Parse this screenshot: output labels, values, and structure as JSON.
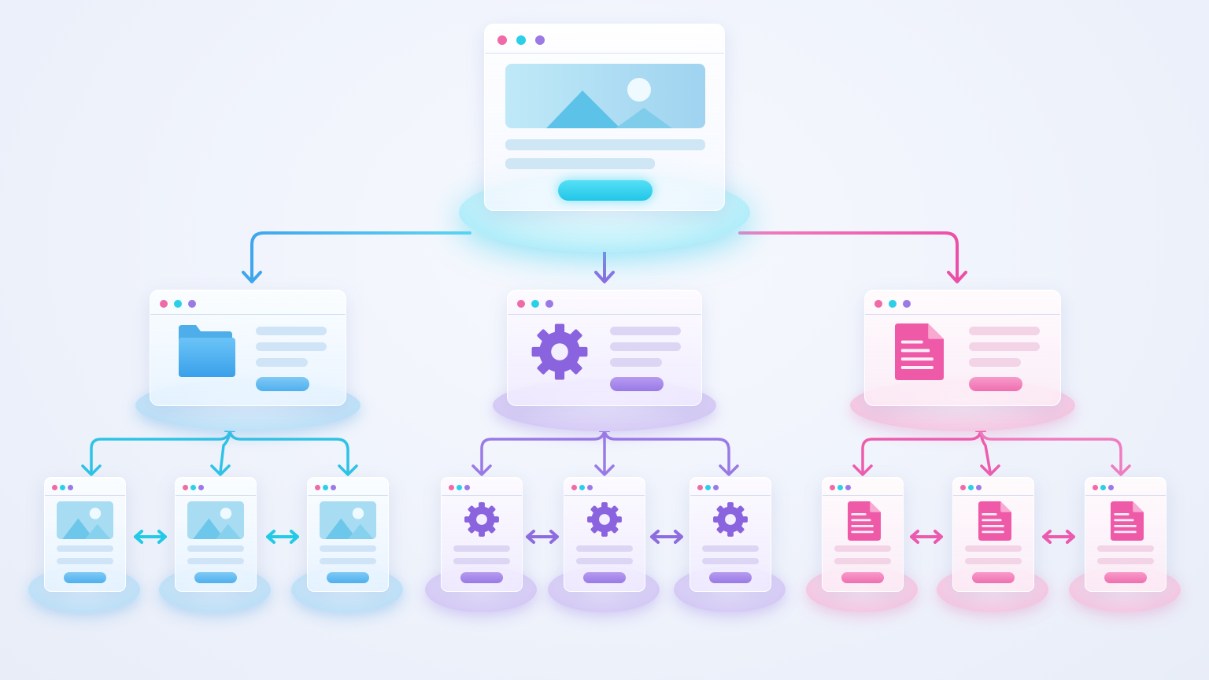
{
  "diagram": {
    "colors": {
      "blue": "#3fa6ee",
      "cyan": "#22cbe6",
      "purple": "#8e6ce0",
      "pink": "#ec5aae",
      "dot_pink": "#f06aa5",
      "dot_cyan": "#2bd0e8",
      "dot_purple": "#9b7ae6"
    },
    "root": {
      "icon": "image-icon",
      "button_color": "#22d3ee"
    },
    "branches": [
      {
        "key": "blue",
        "icon": "folder-icon",
        "child_icon": "image-icon",
        "children": 3
      },
      {
        "key": "purple",
        "icon": "gear-icon",
        "child_icon": "gear-icon",
        "children": 3
      },
      {
        "key": "pink",
        "icon": "document-icon",
        "child_icon": "document-icon",
        "children": 3
      }
    ]
  }
}
